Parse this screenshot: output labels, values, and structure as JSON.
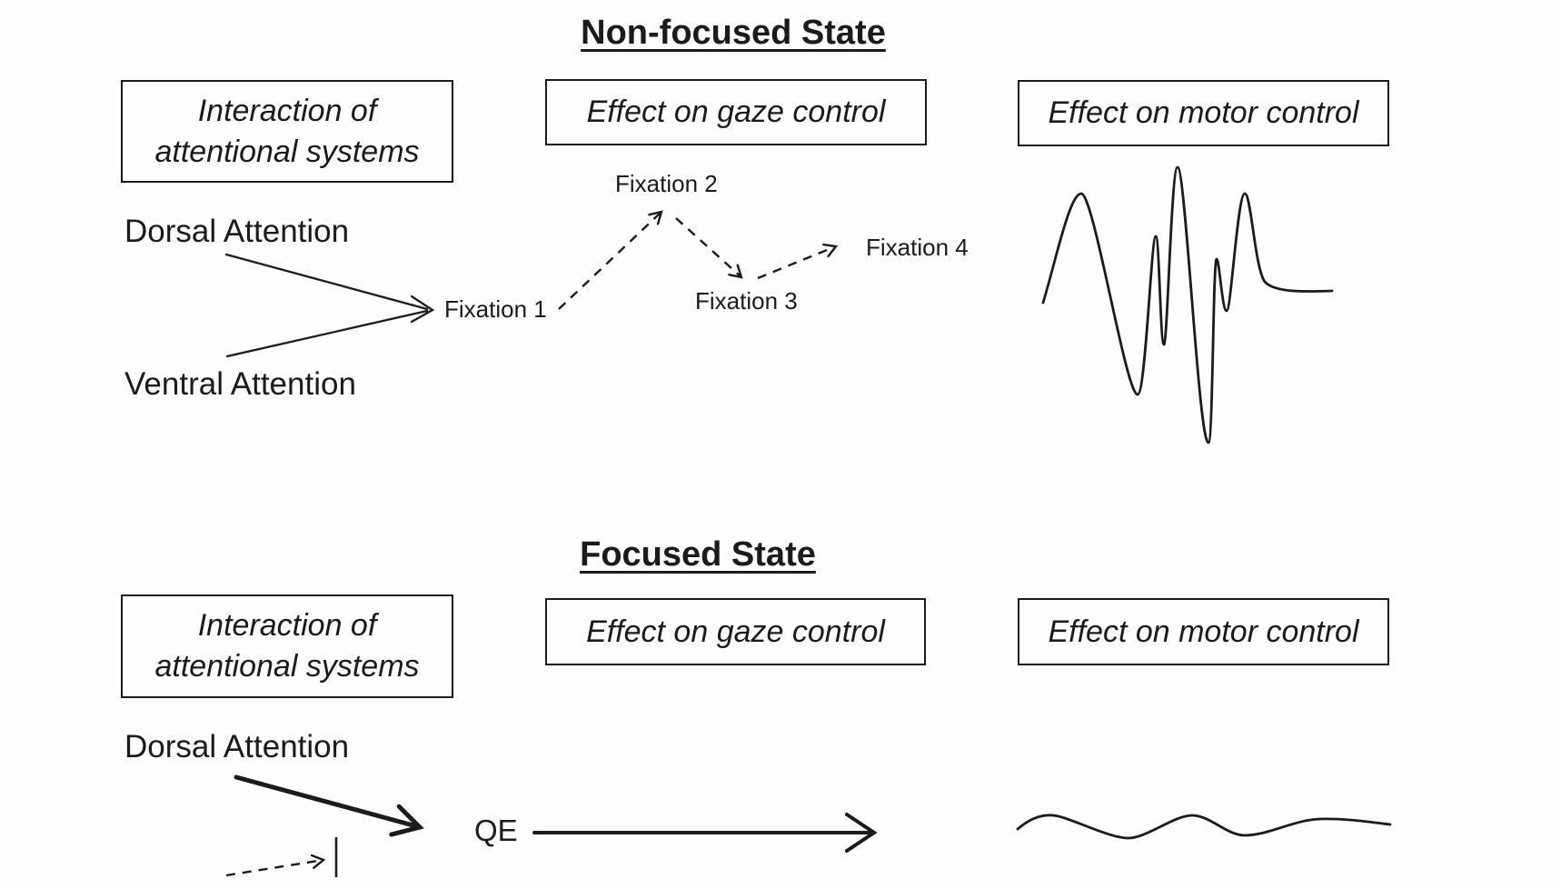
{
  "colors": {
    "background": "#fdfdfd",
    "ink": "#1b1b1b"
  },
  "non_focused": {
    "title": "Non-focused State",
    "interaction_box": {
      "line1": "Interaction of",
      "line2": "attentional systems"
    },
    "gaze_box": "Effect on gaze control",
    "motor_box": "Effect on motor control",
    "dorsal_label": "Dorsal Attention",
    "ventral_label": "Ventral Attention",
    "fixations": [
      "Fixation 1",
      "Fixation 2",
      "Fixation 3",
      "Fixation 4"
    ]
  },
  "focused": {
    "title": "Focused State",
    "interaction_box": {
      "line1": "Interaction of",
      "line2": "attentional systems"
    },
    "gaze_box": "Effect on gaze control",
    "motor_box": "Effect on motor control",
    "dorsal_label": "Dorsal Attention",
    "qe_label": "QE"
  }
}
